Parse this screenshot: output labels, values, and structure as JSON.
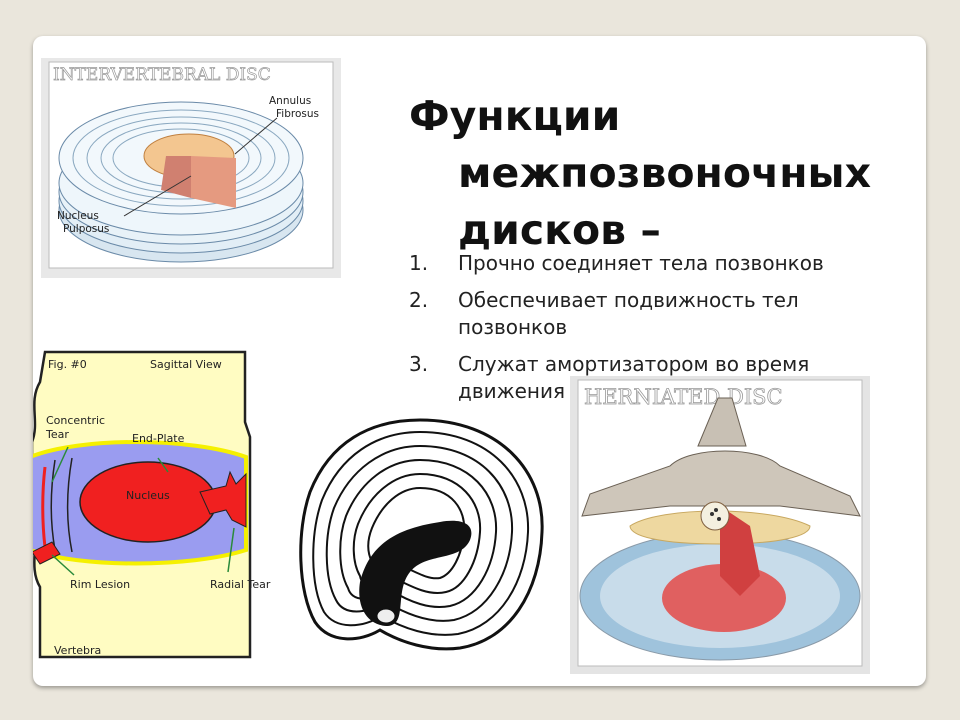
{
  "slide": {
    "title_line1": "Функции",
    "title_line2": "межпозвоночных",
    "title_line3": "дисков –",
    "items": [
      {
        "num": "1.",
        "text": "Прочно соединяет тела позвонков"
      },
      {
        "num": "2.",
        "text": "Обеспечивает подвижность тел позвонков"
      },
      {
        "num": "3.",
        "text": "Служат амортизатором во время движения"
      }
    ]
  },
  "figure_disc": {
    "header": "INTERVERTEBRAL DISC",
    "label_annulus_1": "Annulus",
    "label_annulus_2": "Fibrosus",
    "label_nucleus_1": "Nucleus",
    "label_nucleus_2": "Pulposus"
  },
  "figure_sagittal": {
    "fig_label": "Fig. #0",
    "view_label": "Sagittal View",
    "concentric_1": "Concentric",
    "concentric_2": "Tear",
    "endplate": "End-Plate",
    "nucleus": "Nucleus",
    "rim_lesion": "Rim Lesion",
    "radial_tear": "Radial Tear",
    "vertebra": "Vertebra"
  },
  "figure_herniated": {
    "header": "HERNIATED DISC"
  },
  "colors": {
    "slide_bg": "#ffffff",
    "page_bg": "#eae6dc",
    "sagittal_bg": "#fffcc2",
    "disc_blue": "#9a9cf0",
    "nucleus_red": "#f02020",
    "endplate_yellow": "#f5f000"
  }
}
